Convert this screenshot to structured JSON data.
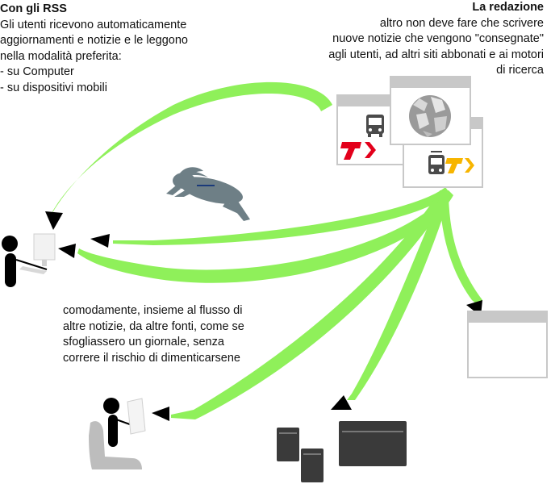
{
  "left_block": {
    "title": "Con gli RSS",
    "lines": [
      "Gli utenti ricevono automaticamente",
      "aggiornamenti e notizie  e le leggono",
      "nella modalità preferita:",
      "- su Computer",
      "- su dispositivi mobili"
    ]
  },
  "right_block": {
    "title": "La redazione",
    "lines": [
      "altro non deve fare che scrivere",
      "nuove notizie che vengono \"consegnate\"",
      "agli utenti, ad altri siti abbonati e ai motori",
      "di ricerca"
    ]
  },
  "middle_block": {
    "lines": [
      "comodamente, insieme al flusso di",
      "altre notizie, da altre fonti, come se",
      "sfogliassero un giornale, senza",
      "correre il rischio di dimenticarsene"
    ]
  },
  "colors": {
    "arrow_green": "#8ff05a",
    "arrowhead": "#000000",
    "window_gray": "#c8c8c8",
    "logo_red": "#e3001b",
    "logo_yellow": "#f7b500"
  },
  "icons": [
    "rabbit-icon",
    "person-at-computer-icon",
    "person-reading-icon",
    "devices-icon",
    "bus-icon",
    "tram-icon",
    "wikipedia-globe-icon"
  ]
}
